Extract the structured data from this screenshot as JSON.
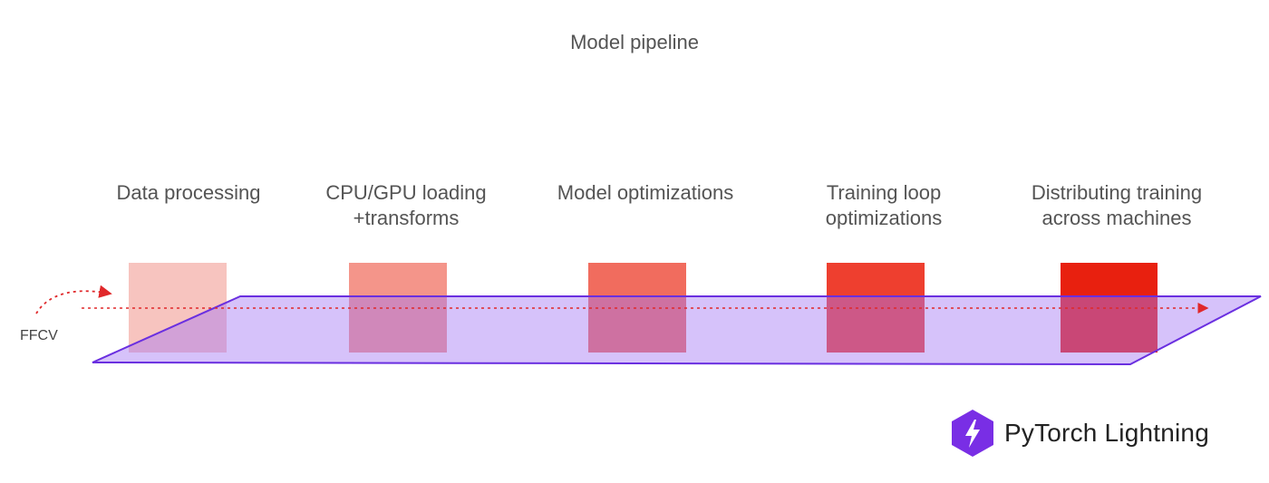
{
  "title": "Model pipeline",
  "stages": [
    {
      "label_line1": "Data processing",
      "label_line2": "",
      "color": "#f7c4bf"
    },
    {
      "label_line1": "CPU/GPU loading",
      "label_line2": "+transforms",
      "color": "#f4958a"
    },
    {
      "label_line1": "Model optimizations",
      "label_line2": "",
      "color": "#f16c5e"
    },
    {
      "label_line1": "Training loop",
      "label_line2": "optimizations",
      "color": "#ee3f2f"
    },
    {
      "label_line1": "Distributing training",
      "label_line2": "across machines",
      "color": "#e8200f"
    }
  ],
  "ffcv_label": "FFCV",
  "plane_color": "#d7c3f7",
  "plane_border": "#6a2fe0",
  "arrow_color": "#e0282a",
  "logo": {
    "text": "PyTorch Lightning",
    "icon": "lightning-bolt-hexagon-icon",
    "color": "#792ee5"
  }
}
